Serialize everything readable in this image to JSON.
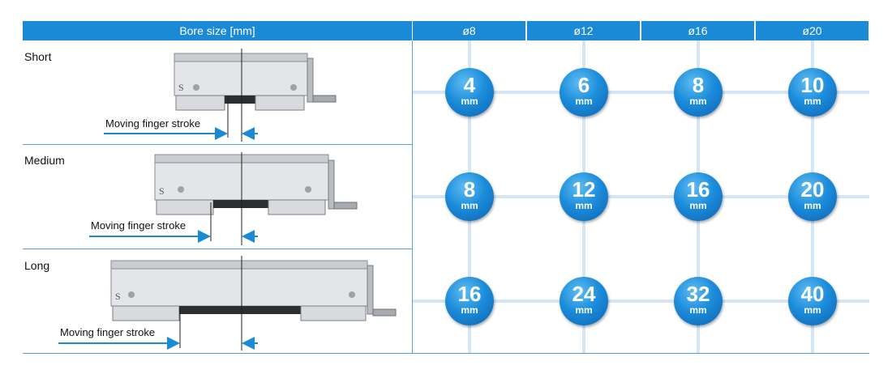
{
  "header": {
    "bore_size_label": "Bore size [mm]",
    "bores": [
      "ø8",
      "ø12",
      "ø16",
      "ø20"
    ]
  },
  "rows": [
    {
      "label": "Short",
      "stroke_label": "Moving finger stroke",
      "strokes": [
        "4",
        "6",
        "8",
        "10"
      ]
    },
    {
      "label": "Medium",
      "stroke_label": "Moving finger stroke",
      "strokes": [
        "8",
        "12",
        "16",
        "20"
      ]
    },
    {
      "label": "Long",
      "stroke_label": "Moving finger stroke",
      "strokes": [
        "16",
        "24",
        "32",
        "40"
      ]
    }
  ],
  "unit": "mm",
  "colors": {
    "header": "#1b8ad6",
    "ball": "#1c8ddb",
    "arrow": "#1b8ad6",
    "grid": "#d4e6f6"
  },
  "icons": [
    "gripper-short-icon",
    "gripper-medium-icon",
    "gripper-long-icon",
    "arrow-icon"
  ]
}
